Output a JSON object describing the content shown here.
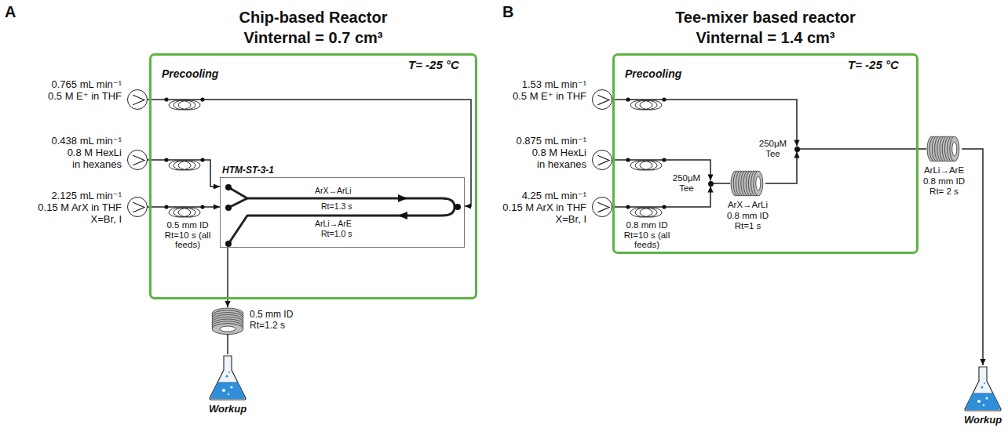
{
  "diagram": {
    "nodes": [
      {
        "text": [
          "Chip-based Reactor",
          "Vinternal = 0.7 cm³"
        ]
      },
      {
        "text": [
          "0.765 mL min⁻¹",
          "0.5 M E⁺ in THF"
        ]
      },
      {
        "text": [
          "0.438 mL min⁻¹",
          "0.8 M HexLi",
          "in hexanes"
        ]
      },
      {
        "text": [
          "2.125 mL min⁻¹",
          "0.15 M ArX in THF",
          "X=Br, I"
        ]
      },
      {
        "text": [
          "HTM-ST-3-1",
          "ArX→ArLi",
          "Rt=1.3 s",
          "ArLi→ArE",
          "Rt=1.0 s"
        ],
        "in": 0
      },
      {
        "text": [
          "0.5 mm ID Rt=1.2 s"
        ]
      },
      {
        "text": [
          "Workup"
        ]
      },
      {
        "text": [
          "Tee-mixer based reactor",
          "Vinternal = 1.4 cm³"
        ]
      },
      {
        "text": [
          "1.53 mL min⁻¹",
          "0.5 M E⁺ in THF"
        ]
      },
      {
        "text": [
          "0.875 mL min⁻¹",
          "0.8 M HexLi",
          "in hexanes"
        ]
      },
      {
        "text": [
          "4.25 mL min⁻¹",
          "0.15 M ArX in THF",
          "X=Br, I"
        ]
      },
      {
        "text": [
          "250μM Tee"
        ],
        "in": 7
      },
      {
        "text": [
          "ArX→ArLi 0.8 mm ID Rt=1 s"
        ],
        "in": 7
      },
      {
        "text": [
          "250μM Tee"
        ],
        "in": 7
      },
      {
        "text": [
          "ArLi→ArE 0.8 mm ID Rt= 2 s"
        ]
      },
      {
        "text": [
          "Workup"
        ]
      }
    ],
    "edges": [
      {
        "from": 1,
        "to": 4,
        "arrow": "to"
      },
      {
        "from": 2,
        "to": 4,
        "arrow": "to"
      },
      {
        "from": 3,
        "to": 4,
        "arrow": "to"
      },
      {
        "from": 4,
        "to": 5,
        "arrow": "to"
      },
      {
        "from": 5,
        "to": 6,
        "arrow": "none"
      },
      {
        "from": 9,
        "to": 11,
        "arrow": "to"
      },
      {
        "from": 10,
        "to": 11,
        "arrow": "to"
      },
      {
        "from": 11,
        "to": 12,
        "arrow": "none"
      },
      {
        "from": 12,
        "to": 13,
        "arrow": "to"
      },
      {
        "from": 8,
        "to": 13,
        "arrow": "to"
      },
      {
        "from": 13,
        "to": 14,
        "arrow": "none"
      },
      {
        "from": 14,
        "to": 15,
        "arrow": "to"
      }
    ],
    "labels": [
      "A",
      "T= -25 °C",
      "Precooling",
      "0.5 mm ID Rt=10 s (all feeds)",
      "B",
      "T= -25 °C",
      "Precooling",
      "0.8 mm ID Rt=10 s (all feeds)"
    ]
  }
}
